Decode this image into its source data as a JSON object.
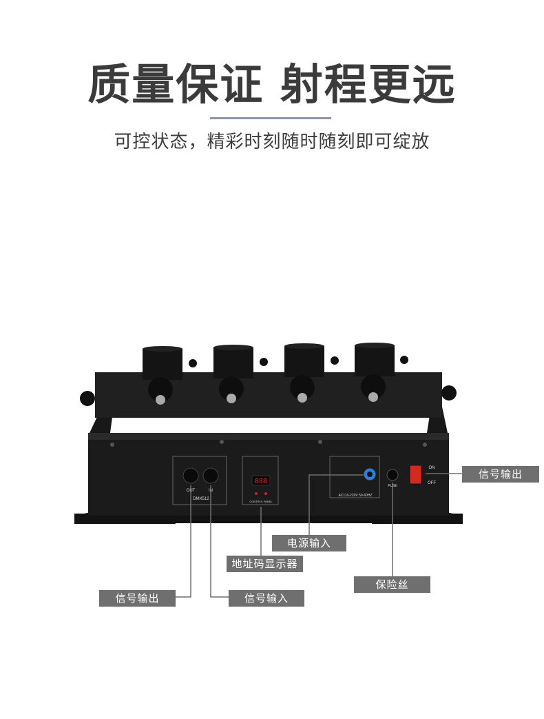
{
  "header": {
    "title": "质量保证 射程更远",
    "subtitle": "可控状态，精彩时刻随时随刻即可绽放"
  },
  "device": {
    "dmx_label": "DMX512",
    "out_label": "OUT",
    "in_label": "IN",
    "display_digits": "888",
    "control_panel_label": "CONTROL PANEL",
    "power_spec": "AC110-220V 50-60HZ",
    "fuse_label": "FUSE",
    "on_label": "ON",
    "off_label": "OFF"
  },
  "callouts": {
    "signal_out_right": "信号输出",
    "power_in": "电源输入",
    "address_display": "地址码显示器",
    "fuse": "保险丝",
    "signal_out_left": "信号输出",
    "signal_in": "信号输入"
  },
  "colors": {
    "title_text": "#3b3b3b",
    "callout_bg": "#6f6f6f",
    "device_body": "#1b1b1b",
    "switch_red": "#d42a1e",
    "power_connector": "#2f7fd8"
  }
}
